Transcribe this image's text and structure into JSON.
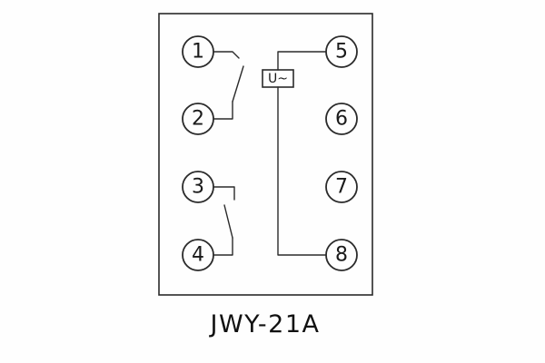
{
  "diagram": {
    "model_label": "JWY-21A",
    "source_label": "U~",
    "terminals": [
      "1",
      "2",
      "3",
      "4",
      "5",
      "6",
      "7",
      "8"
    ]
  }
}
